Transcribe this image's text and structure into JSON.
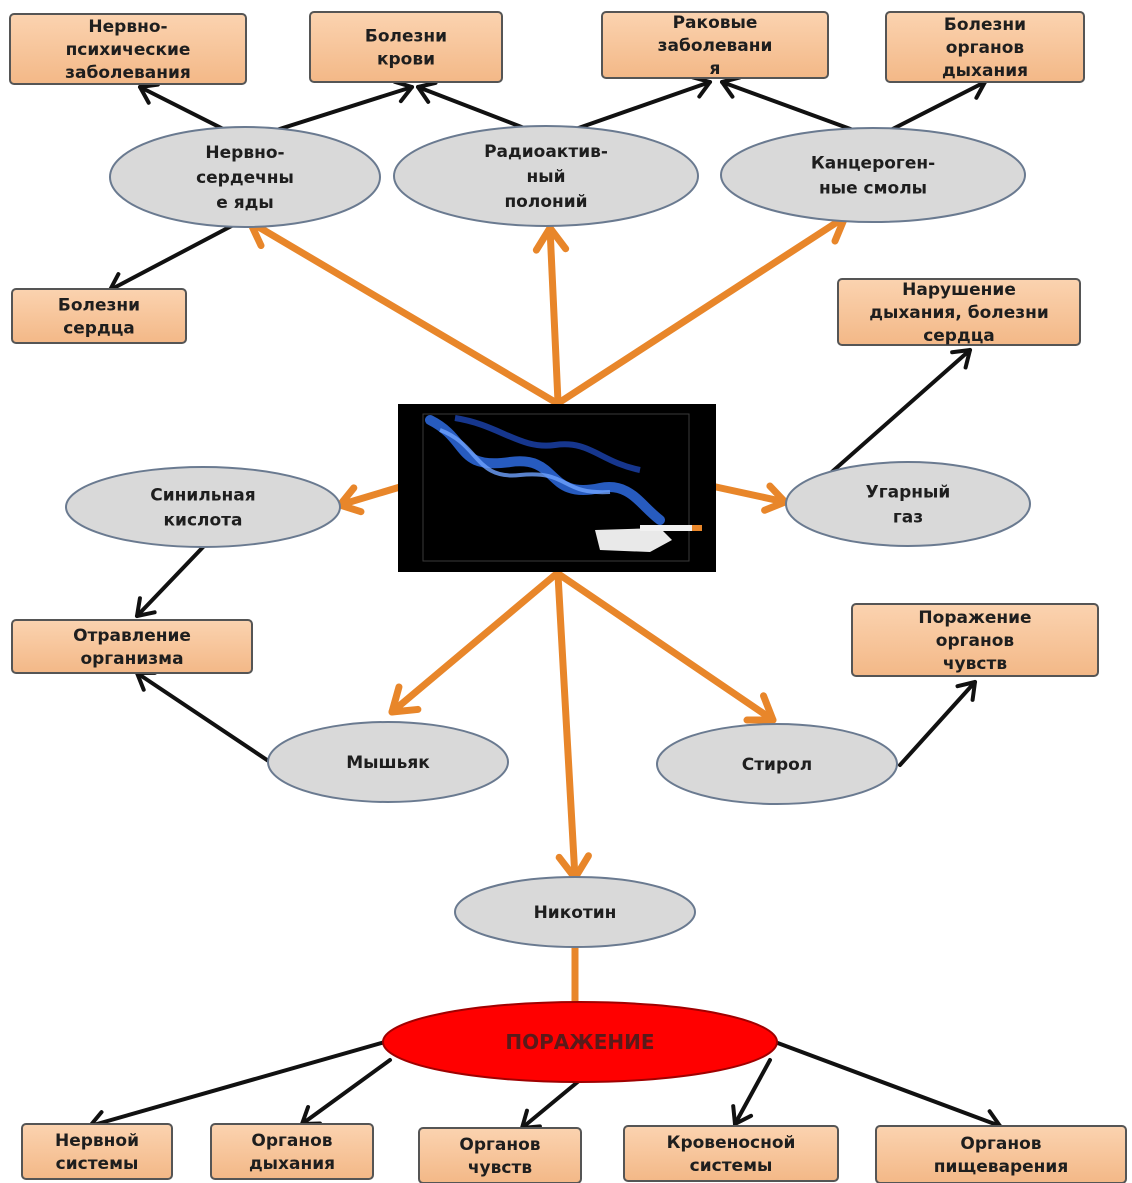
{
  "center_image": {
    "icon": "cigarette-smoke-icon",
    "colors": {
      "background": "#000000",
      "smoke": "#2e6be0"
    }
  },
  "colors": {
    "box_fill": "#f7c59e",
    "box_stroke": "#555555",
    "ellipse_fill": "#d9d9d9",
    "ellipse_stroke": "#6a7a90",
    "main_fill": "#ff0000",
    "orange_arrow": "#e8862a",
    "black_arrow": "#111111"
  },
  "substances": {
    "nervous_poisons": [
      "Нервно-",
      "сердечны",
      "е яды"
    ],
    "polonium": [
      "Радиоактив-",
      "ный",
      "полоний"
    ],
    "resins": [
      "Канцероген-",
      "ные смолы"
    ],
    "hydrocyanic": [
      "Синильная",
      "кислота"
    ],
    "carbon_monoxide": [
      "Угарный",
      "газ"
    ],
    "arsenic": [
      "Мышьяк"
    ],
    "styrene": [
      "Стирол"
    ],
    "nicotine": [
      "Никотин"
    ]
  },
  "diseases": {
    "neuro": [
      "Нервно-",
      "психические",
      "заболевания"
    ],
    "blood": [
      "Болезни",
      "крови"
    ],
    "cancer": [
      "Раковые",
      "заболевани",
      "я"
    ],
    "respiratory": [
      "Болезни",
      "органов",
      "дыхания"
    ],
    "heart": [
      "Болезни",
      "сердца"
    ],
    "breathing_heart": [
      "Нарушение",
      "дыхания, болезни",
      "сердца"
    ],
    "poisoning": [
      "Отравление",
      "организма"
    ],
    "senses": [
      "Поражение",
      "органов",
      "чувств"
    ]
  },
  "main_effect": "ПОРАЖЕНИЕ",
  "targets": {
    "nervous": [
      "Нервной",
      "системы"
    ],
    "breathing": [
      "Органов",
      "дыхания"
    ],
    "senses": [
      "Органов",
      "чувств"
    ],
    "blood": [
      "Кровеносной",
      "системы"
    ],
    "digestion": [
      "Органов",
      "пищеварения"
    ]
  }
}
